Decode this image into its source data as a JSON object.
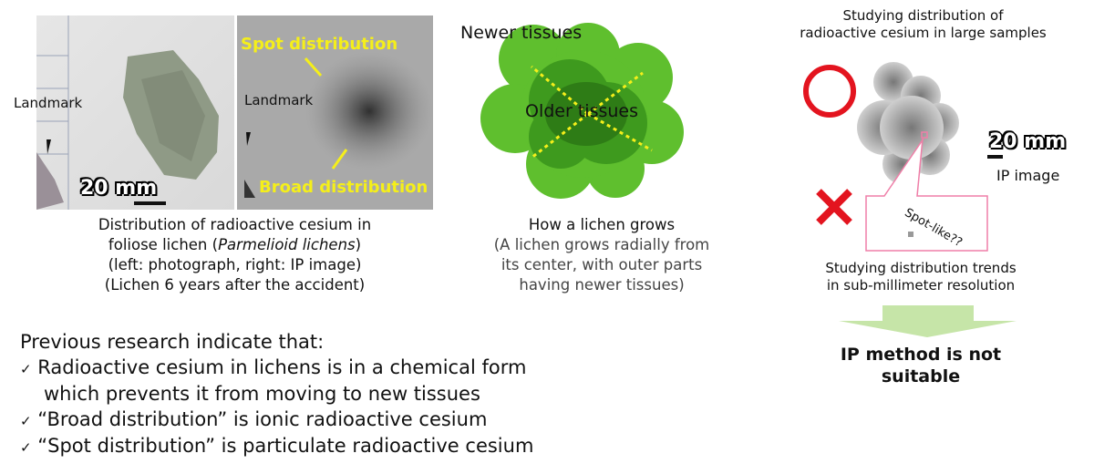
{
  "left_panel": {
    "landmark_label": "Landmark",
    "spot_label": "Spot distribution",
    "broad_label": "Broad distribution",
    "scale_label": "20 mm",
    "caption": [
      "Distribution of radioactive cesium in",
      "foliose lichen (",
      "Parmelioid lichens",
      ")",
      "(left: photograph, right: IP image)",
      "(Lichen 6 years after the accident)"
    ]
  },
  "middle_panel": {
    "newer_label": "Newer tissues",
    "older_label": "Older tissues",
    "caption": [
      "How a lichen grows",
      "(A lichen grows radially from",
      "its center, with outer parts",
      "having newer tissues)"
    ]
  },
  "right_panel": {
    "title": [
      "Studying distribution of",
      "radioactive cesium in large samples"
    ],
    "scale_label": "20 mm",
    "ip_image_label": "IP image",
    "spot_like_label": "Spot-like??",
    "caption": [
      "Studying distribution trends",
      "in sub-millimeter resolution"
    ],
    "conclusion": [
      "IP method is not",
      "suitable"
    ],
    "colors": {
      "circle": "#e3141f",
      "cross": "#e3141f",
      "callout": "#ef7fa8",
      "arrow": "#c6e5a8"
    }
  },
  "research": {
    "intro": "Previous research indicate that:",
    "check": "✓",
    "items": [
      "Radioactive cesium in lichens is in a chemical form",
      "which prevents it from moving to new tissues",
      "“Broad distribution” is ionic radioactive cesium",
      "“Spot distribution” is particulate radioactive cesium"
    ]
  }
}
